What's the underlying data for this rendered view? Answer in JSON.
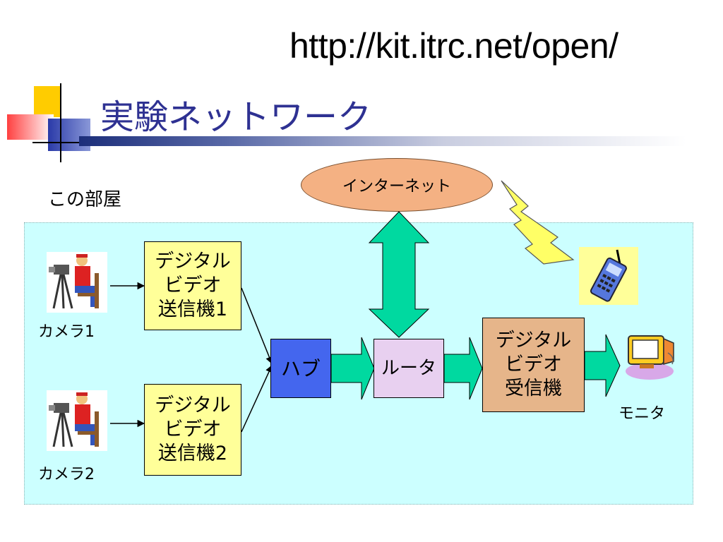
{
  "slide": {
    "url": "http://kit.itrc.net/open/",
    "title": "実験ネットワーク",
    "room_label": "この部屋"
  },
  "nodes": {
    "internet": "インターネット",
    "tx1": [
      "デジタル",
      "ビデオ",
      "送信機1"
    ],
    "tx2": [
      "デジタル",
      "ビデオ",
      "送信機2"
    ],
    "hub": "ハブ",
    "router": "ルータ",
    "rx": [
      "デジタル",
      "ビデオ",
      "受信機"
    ],
    "camera1": "カメラ1",
    "camera2": "カメラ2",
    "monitor": "モニタ"
  },
  "colors": {
    "title": "#2e3192",
    "room_bg": "#ccffff",
    "transmitter": "#ffff99",
    "hub": "#4466ee",
    "router": "#e8d0f0",
    "receiver": "#e6b58a",
    "internet": "#f4b183",
    "arrow": "#00cc99"
  },
  "icons": {
    "slide_logo": "ppt-corner-squares-icon",
    "camera": "camera-operator-icon",
    "phone": "mobile-phone-icon",
    "monitor": "computer-monitor-icon",
    "wireless": "lightning-bolt-icon"
  }
}
